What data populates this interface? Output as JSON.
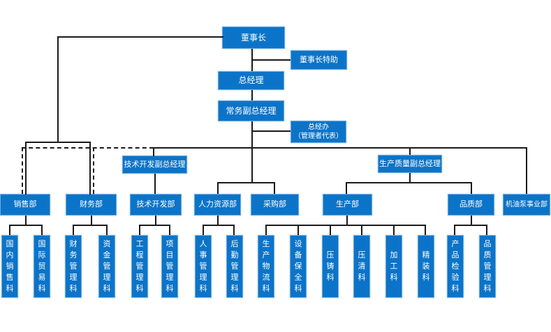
{
  "diagram": {
    "type": "org-chart",
    "colors": {
      "node_fill": "#0c74c8",
      "node_border": "#6fabde",
      "node_text": "#ffffff",
      "connector_line": "#1a1a1a",
      "background": "#ffffff"
    },
    "nodes": {
      "chairman": "董事长",
      "chairman_aide": "董事长特助",
      "general_manager": "总经理",
      "executive_deputy_gm": "常务副总经理",
      "gm_office": "总经办\n（管理者代表）",
      "tech_dev_deputy_gm": "技术开发副总经理",
      "production_quality_deputy_gm": "生产质量副总经理",
      "sales_dept": "销售部",
      "finance_dept": "财务部",
      "tech_dev_dept": "技术开发部",
      "hr_dept": "人力资源部",
      "purchasing_dept": "采购部",
      "production_dept": "生产部",
      "quality_dept": "品质部",
      "oil_pump_division": "机油泵事业部",
      "domestic_sales_section": "国内销售科",
      "intl_trade_section": "国际贸易科",
      "finance_mgmt_section": "财务管理科",
      "capital_mgmt_section": "资金管理科",
      "engineering_mgmt_section": "工程管理科",
      "project_mgmt_section": "项目管理科",
      "personnel_mgmt_section": "人事管理科",
      "logistics_mgmt_section": "后勤管理科",
      "production_logistics_section": "生产物流科",
      "equipment_maintenance_section": "设备保全科",
      "die_casting_section": "压铸科",
      "pressure_cleaning_section": "压清科",
      "machining_section": "加工科",
      "finishing_section": "精装科",
      "product_inspection_section": "产品检验科",
      "quality_mgmt_section": "品质管理科"
    }
  }
}
